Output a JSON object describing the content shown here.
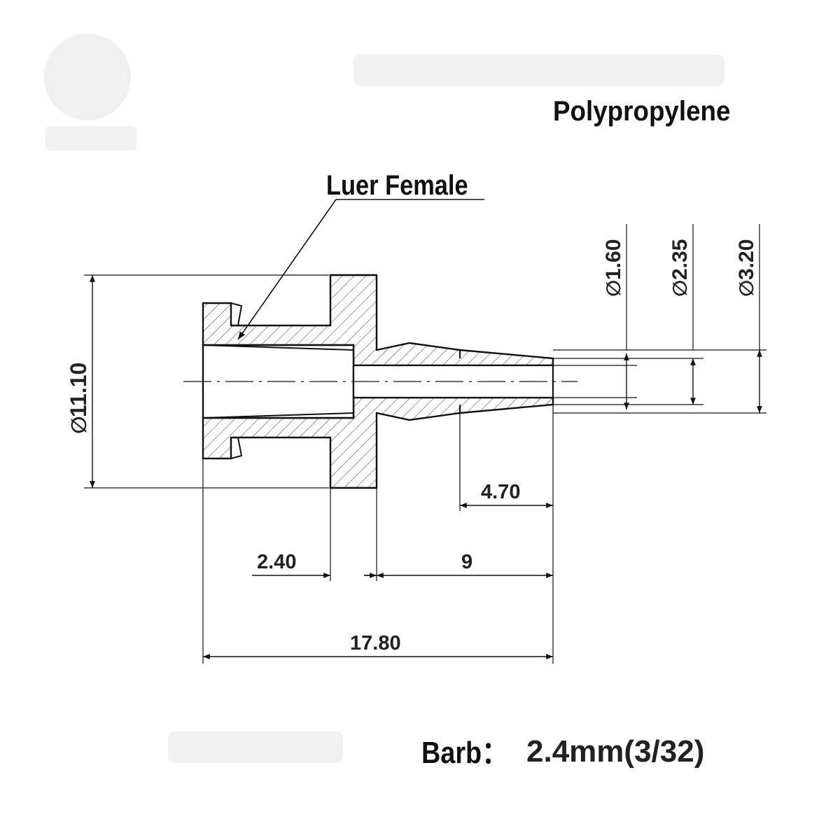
{
  "material_label": "Polypropylene",
  "callout_label": "Luer Female",
  "dimensions": {
    "outer_diameter": "11.10",
    "hole_diameter": "1.60",
    "barb_inner_diameter": "2.35",
    "barb_outer_diameter": "3.20",
    "barb_tip_length": "4.70",
    "flange_length": "2.40",
    "stem_length": "9",
    "overall_length": "17.80",
    "diameter_symbol": "∅"
  },
  "barb_spec": {
    "label": "Barb：",
    "value": "2.4mm(3/32)"
  },
  "colors": {
    "line": "#111111",
    "hatch": "#555555",
    "watermark": "#f1f1f1"
  }
}
